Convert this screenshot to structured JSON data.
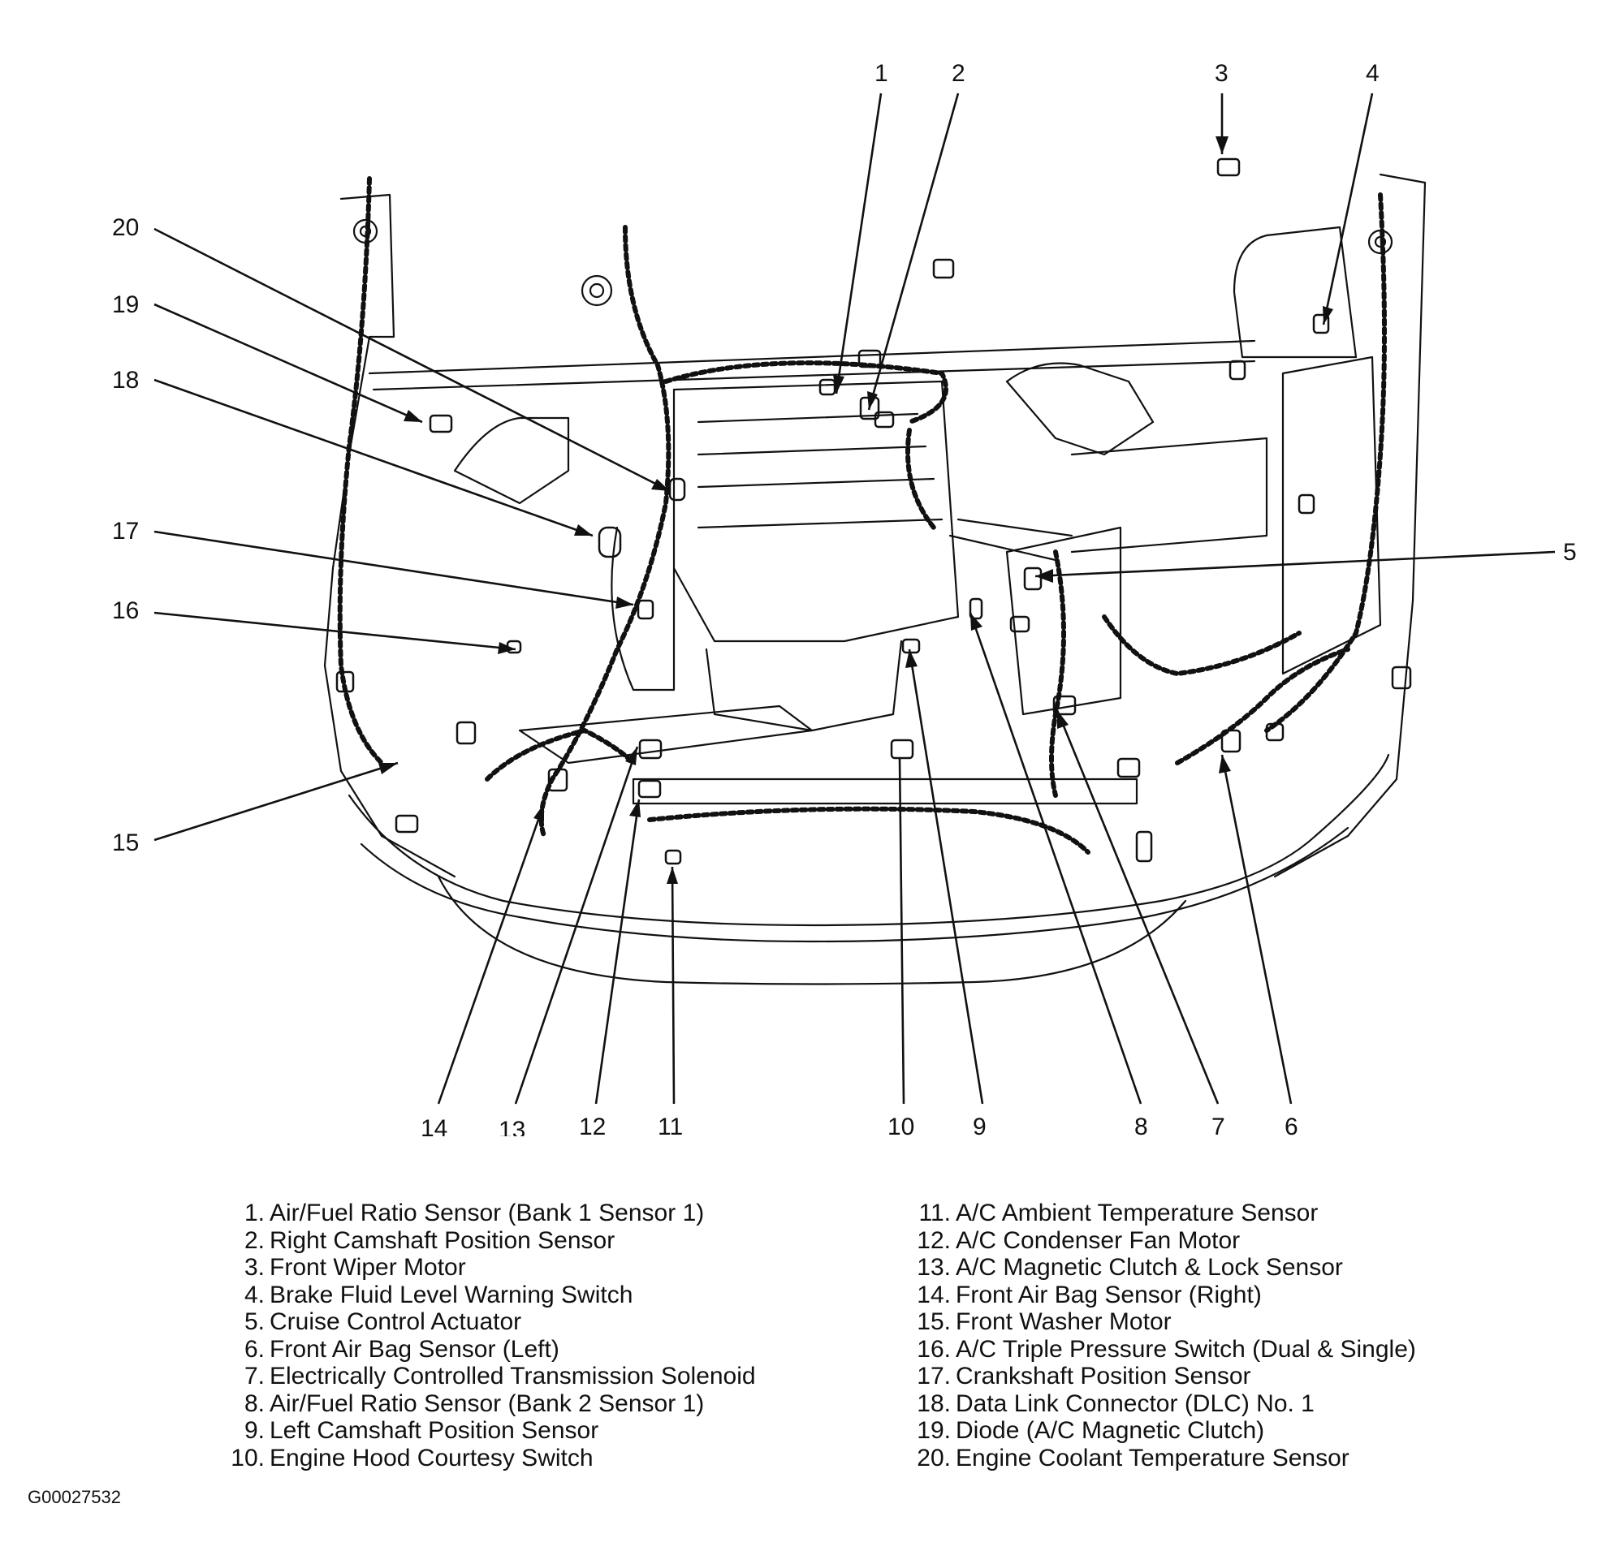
{
  "callouts": [
    "1",
    "2",
    "3",
    "4",
    "5",
    "6",
    "7",
    "8",
    "9",
    "10",
    "11",
    "12",
    "13",
    "14",
    "15",
    "16",
    "17",
    "18",
    "19",
    "20"
  ],
  "legend": {
    "left": [
      {
        "num": "1.",
        "text": "Air/Fuel Ratio Sensor (Bank 1 Sensor 1)"
      },
      {
        "num": "2.",
        "text": "Right Camshaft Position Sensor"
      },
      {
        "num": "3.",
        "text": "Front Wiper Motor"
      },
      {
        "num": "4.",
        "text": "Brake Fluid Level Warning Switch"
      },
      {
        "num": "5.",
        "text": "Cruise Control Actuator"
      },
      {
        "num": "6.",
        "text": "Front Air Bag Sensor (Left)"
      },
      {
        "num": "7.",
        "text": "Electrically Controlled Transmission Solenoid"
      },
      {
        "num": "8.",
        "text": "Air/Fuel Ratio Sensor (Bank 2 Sensor 1)"
      },
      {
        "num": "9.",
        "text": "Left Camshaft Position Sensor"
      },
      {
        "num": "10.",
        "text": "Engine Hood Courtesy Switch"
      }
    ],
    "right": [
      {
        "num": "11.",
        "text": "A/C Ambient Temperature Sensor"
      },
      {
        "num": "12.",
        "text": "A/C Condenser Fan Motor"
      },
      {
        "num": "13.",
        "text": "A/C Magnetic Clutch & Lock Sensor"
      },
      {
        "num": "14.",
        "text": "Front Air Bag Sensor (Right)"
      },
      {
        "num": "15.",
        "text": "Front Washer Motor"
      },
      {
        "num": "16.",
        "text": "A/C Triple Pressure Switch (Dual & Single)"
      },
      {
        "num": "17.",
        "text": "Crankshaft Position Sensor"
      },
      {
        "num": "18.",
        "text": "Data Link Connector (DLC) No. 1"
      },
      {
        "num": "19.",
        "text": "Diode (A/C Magnetic Clutch)"
      },
      {
        "num": "20.",
        "text": "Engine Coolant Temperature Sensor"
      }
    ]
  },
  "figure_id": "G00027532"
}
